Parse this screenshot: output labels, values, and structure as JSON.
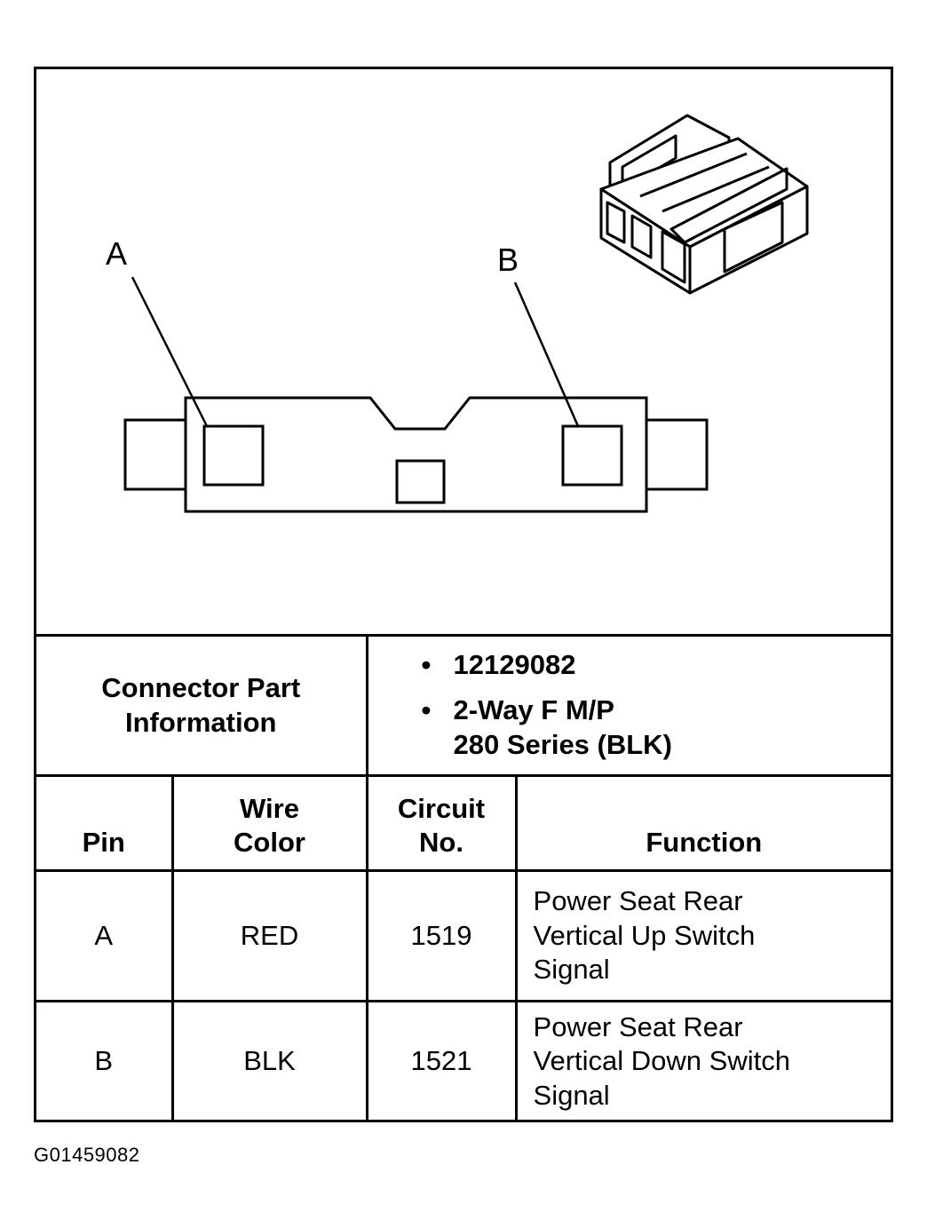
{
  "diagram": {
    "pin_labels": [
      "A",
      "B"
    ]
  },
  "part_info": {
    "label_line1": "Connector Part",
    "label_line2": "Information",
    "bullet": "•",
    "part_number": "12129082",
    "desc_line1": "2-Way F M/P",
    "desc_line2": "280 Series (BLK)"
  },
  "table": {
    "headers": {
      "pin": "Pin",
      "wire_color_line1": "Wire",
      "wire_color_line2": "Color",
      "circuit_line1": "Circuit",
      "circuit_line2": "No.",
      "function": "Function"
    },
    "rows": [
      {
        "pin": "A",
        "wire_color": "RED",
        "circuit": "1519",
        "function_lines": [
          "Power Seat Rear",
          "Vertical Up Switch",
          "Signal"
        ]
      },
      {
        "pin": "B",
        "wire_color": "BLK",
        "circuit": "1521",
        "function_lines": [
          "Power Seat Rear",
          "Vertical Down Switch",
          "Signal"
        ]
      }
    ]
  },
  "figure_id": "G01459082"
}
